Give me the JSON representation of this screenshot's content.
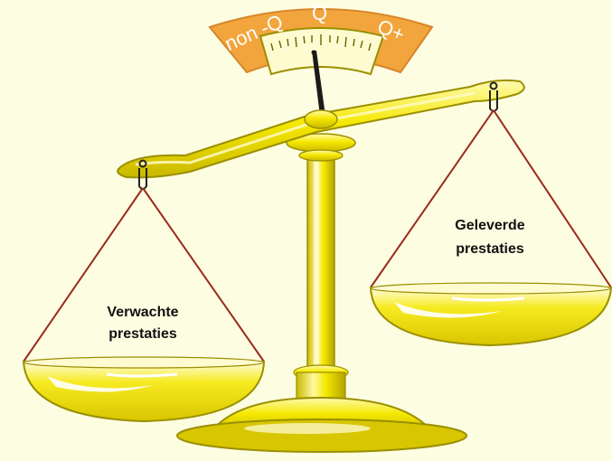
{
  "dial": {
    "label_left": "non -Q",
    "label_center": "Q",
    "label_right": "Q+"
  },
  "left_pan": {
    "line1": "Verwachte",
    "line2": "prestaties"
  },
  "right_pan": {
    "line1": "Geleverde",
    "line2": "prestaties"
  },
  "colors": {
    "background": "#fdfde2",
    "gold": "#f5e800",
    "gold_shadow": "#b8a800",
    "dial_orange": "#f2a53c",
    "string": "#9a2a1a"
  }
}
